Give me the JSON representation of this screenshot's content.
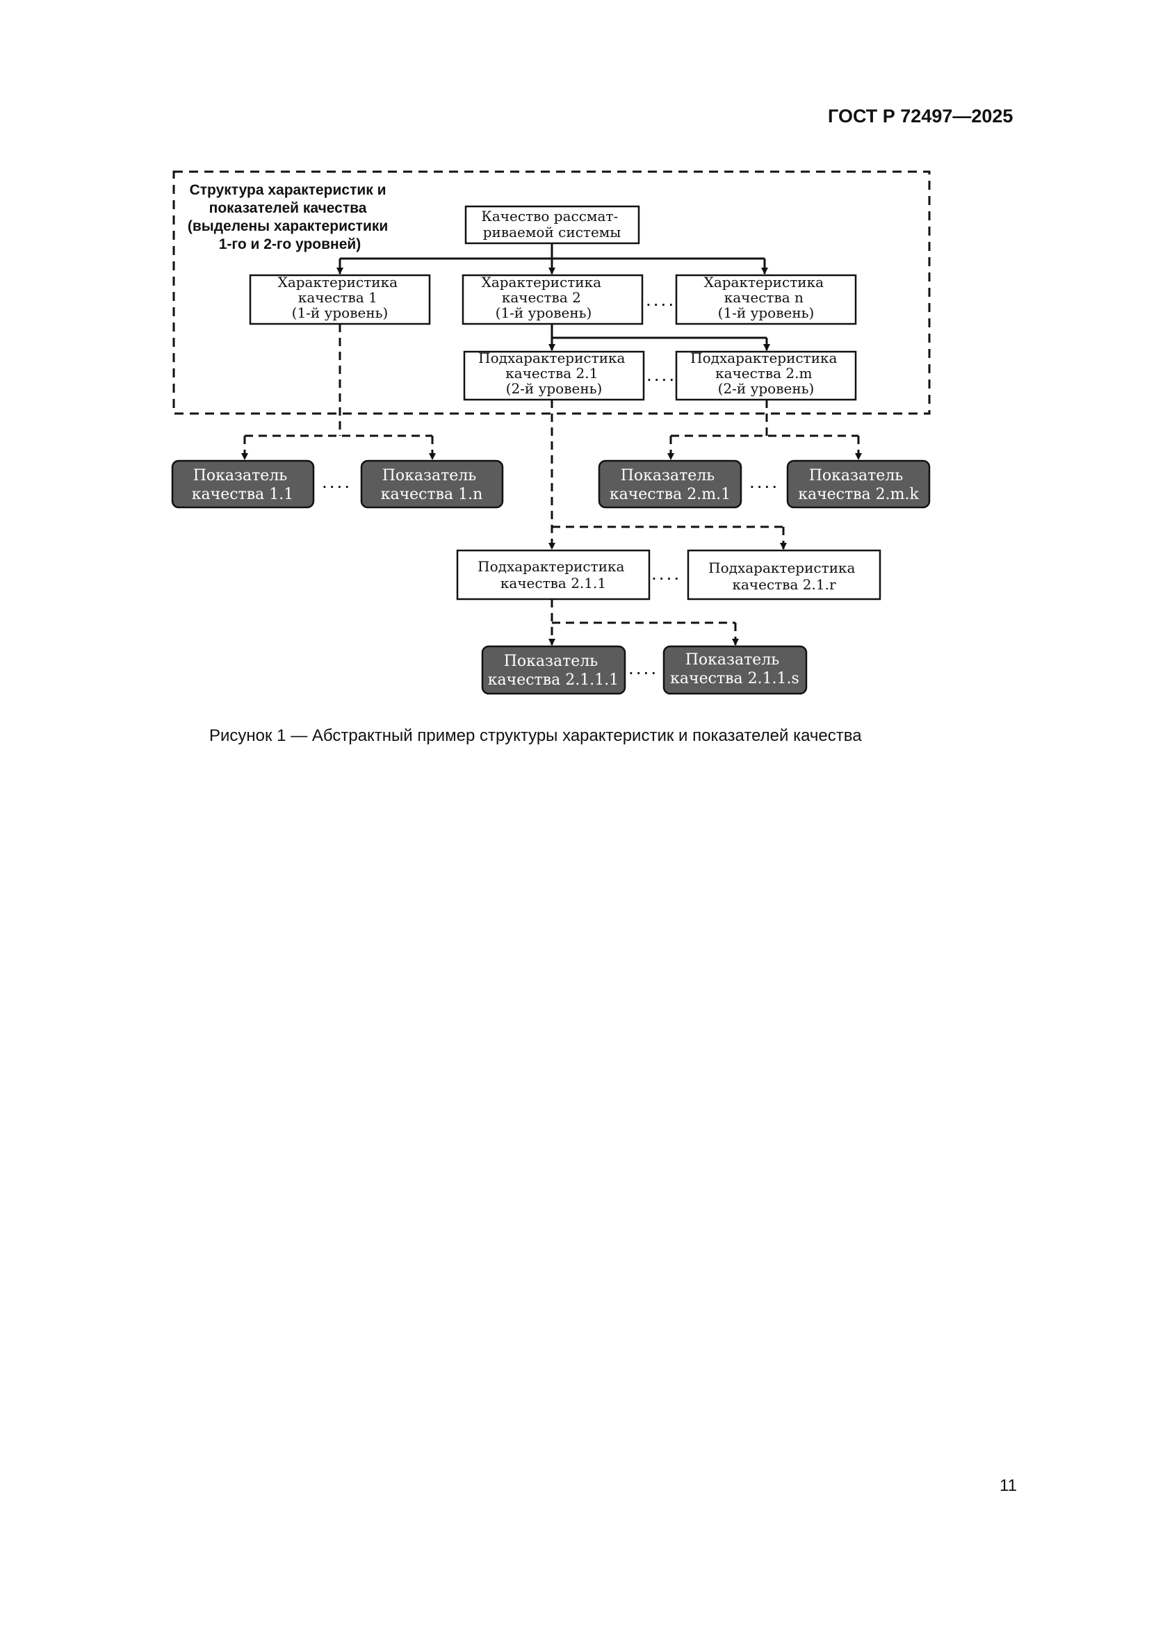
{
  "header": {
    "doc_id": "ГОСТ Р 72497—2025"
  },
  "diagram": {
    "region_label": [
      "Структура характеристик и",
      "показателей качества",
      "(выделены характеристики",
      "1-го и 2-го уровней)"
    ],
    "root": [
      "Качество рассмат-",
      "риваемой системы"
    ],
    "char1": [
      "Характеристика",
      "качества 1",
      "(1-й уровень)"
    ],
    "char2": [
      "Характеристика",
      "качества 2",
      "(1-й уровень)"
    ],
    "charn": [
      "Характеристика",
      "качества n",
      "(1-й уровень)"
    ],
    "sub21": [
      "Подхарактеристика",
      "качества 2.1",
      "(2-й уровень)"
    ],
    "sub2m": [
      "Подхарактеристика",
      "качества 2.m",
      "(2-й уровень)"
    ],
    "ind11": [
      "Показатель",
      "качества 1.1"
    ],
    "ind1n": [
      "Показатель",
      "качества 1.n"
    ],
    "ind2m1": [
      "Показатель",
      "качества 2.m.1"
    ],
    "ind2mk": [
      "Показатель",
      "качества 2.m.k"
    ],
    "sub211": [
      "Подхарактеристика",
      "качества 2.1.1"
    ],
    "sub21r": [
      "Подхарактеристика",
      "качества 2.1.r"
    ],
    "ind2111": [
      "Показатель",
      "качества 2.1.1.1"
    ],
    "ind211s": [
      "Показатель",
      "качества 2.1.1.s"
    ],
    "ellipsis": "...."
  },
  "caption": "Рисунок 1 — Абстрактный пример структуры характеристик и показателей качества",
  "page_number": "11"
}
